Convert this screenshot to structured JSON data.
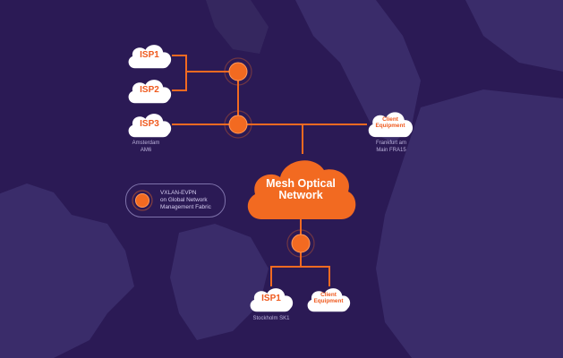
{
  "theme": {
    "background": "#2b1a55",
    "land": "#3a2c6a",
    "accent": "#f26a21",
    "node_white": "#ffffff"
  },
  "main_cloud": {
    "line1": "Mesh Optical",
    "line2": "Network"
  },
  "amsterdam": {
    "isp1": "ISP1",
    "isp2": "ISP2",
    "isp3": "ISP3",
    "location_line1": "Amsterdam",
    "location_line2": "AM6"
  },
  "frankfurt": {
    "client_line1": "Client",
    "client_line2": "Equipment",
    "location_line1": "Frankfurt am",
    "location_line2": "Main FRA15"
  },
  "stockholm": {
    "isp1": "ISP1",
    "client_line1": "Client",
    "client_line2": "Equipment",
    "location": "Stockholm SK1"
  },
  "legend": {
    "line1": "VXLAN-EVPN",
    "line2": "on Global Network",
    "line3": "Management Fabric",
    "icon": "vxlan-node-icon"
  }
}
